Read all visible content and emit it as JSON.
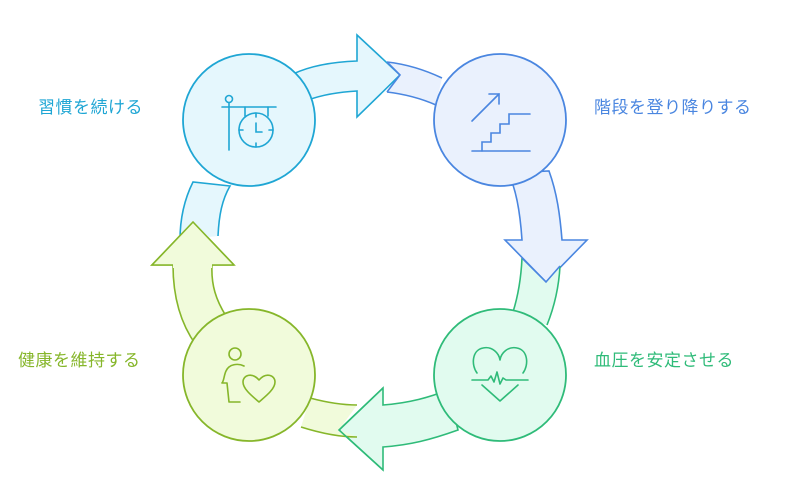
{
  "steps": [
    {
      "id": "habit",
      "label": "習慣を続ける",
      "icon": "clock-sign-icon",
      "stroke": "#1fa6d4",
      "fill": "#e5f7fd"
    },
    {
      "id": "stairs",
      "label": "階段を登り降りする",
      "icon": "stairs-up-icon",
      "stroke": "#4a86e0",
      "fill": "#eaf1fd"
    },
    {
      "id": "blood-pressure",
      "label": "血圧を安定させる",
      "icon": "heart-pulse-icon",
      "stroke": "#2fbb79",
      "fill": "#e1fbef"
    },
    {
      "id": "health",
      "label": "健康を維持する",
      "icon": "person-heart-icon",
      "stroke": "#86b62a",
      "fill": "#f1fbdb"
    }
  ]
}
